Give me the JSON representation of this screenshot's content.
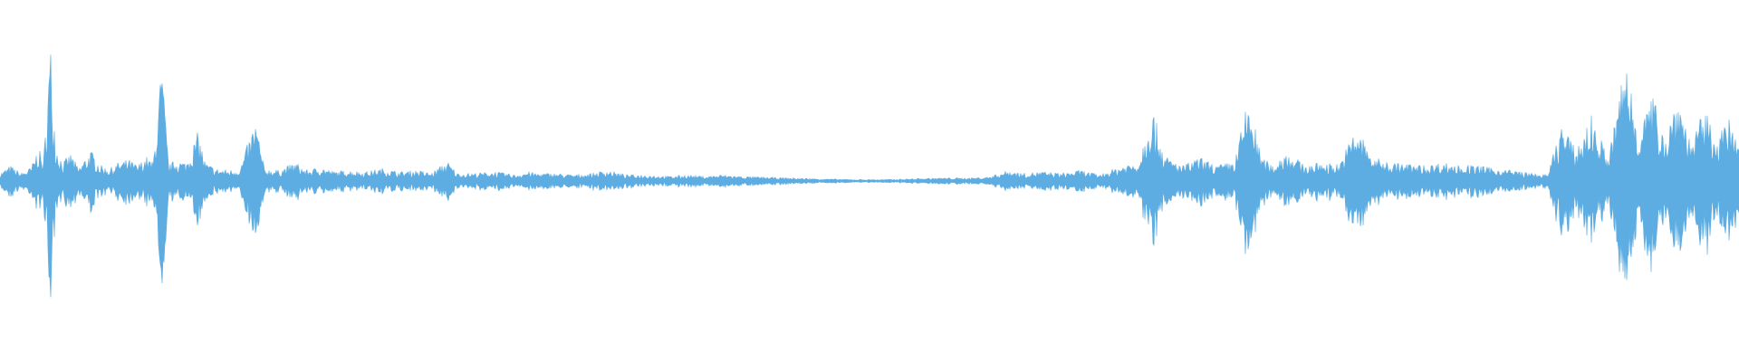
{
  "colors": {
    "background": "#ffffff",
    "waveform": "#5dade2"
  },
  "waveform": {
    "channels": 1,
    "envelope_keypoints": [
      [
        0.0,
        0.05
      ],
      [
        0.006,
        0.1
      ],
      [
        0.012,
        0.05
      ],
      [
        0.018,
        0.09
      ],
      [
        0.022,
        0.22
      ],
      [
        0.025,
        0.12
      ],
      [
        0.029,
        0.9
      ],
      [
        0.032,
        0.25
      ],
      [
        0.036,
        0.12
      ],
      [
        0.041,
        0.18
      ],
      [
        0.045,
        0.08
      ],
      [
        0.052,
        0.2
      ],
      [
        0.058,
        0.1
      ],
      [
        0.063,
        0.08
      ],
      [
        0.068,
        0.12
      ],
      [
        0.074,
        0.14
      ],
      [
        0.079,
        0.1
      ],
      [
        0.084,
        0.16
      ],
      [
        0.088,
        0.12
      ],
      [
        0.093,
        0.75
      ],
      [
        0.097,
        0.1
      ],
      [
        0.101,
        0.14
      ],
      [
        0.107,
        0.12
      ],
      [
        0.114,
        0.32
      ],
      [
        0.118,
        0.12
      ],
      [
        0.124,
        0.08
      ],
      [
        0.131,
        0.07
      ],
      [
        0.138,
        0.08
      ],
      [
        0.147,
        0.4
      ],
      [
        0.152,
        0.08
      ],
      [
        0.16,
        0.07
      ],
      [
        0.17,
        0.12
      ],
      [
        0.176,
        0.07
      ],
      [
        0.185,
        0.09
      ],
      [
        0.192,
        0.06
      ],
      [
        0.2,
        0.07
      ],
      [
        0.21,
        0.06
      ],
      [
        0.22,
        0.08
      ],
      [
        0.23,
        0.06
      ],
      [
        0.24,
        0.07
      ],
      [
        0.248,
        0.05
      ],
      [
        0.257,
        0.13
      ],
      [
        0.263,
        0.05
      ],
      [
        0.272,
        0.05
      ],
      [
        0.285,
        0.06
      ],
      [
        0.296,
        0.04
      ],
      [
        0.303,
        0.06
      ],
      [
        0.309,
        0.05
      ],
      [
        0.318,
        0.05
      ],
      [
        0.33,
        0.04
      ],
      [
        0.34,
        0.05
      ],
      [
        0.349,
        0.07
      ],
      [
        0.36,
        0.04
      ],
      [
        0.372,
        0.04
      ],
      [
        0.385,
        0.03
      ],
      [
        0.395,
        0.04
      ],
      [
        0.405,
        0.03
      ],
      [
        0.415,
        0.04
      ],
      [
        0.427,
        0.03
      ],
      [
        0.44,
        0.025
      ],
      [
        0.455,
        0.02
      ],
      [
        0.47,
        0.015
      ],
      [
        0.49,
        0.01
      ],
      [
        0.51,
        0.01
      ],
      [
        0.525,
        0.015
      ],
      [
        0.54,
        0.02
      ],
      [
        0.555,
        0.02
      ],
      [
        0.568,
        0.025
      ],
      [
        0.58,
        0.07
      ],
      [
        0.588,
        0.05
      ],
      [
        0.6,
        0.06
      ],
      [
        0.61,
        0.05
      ],
      [
        0.622,
        0.07
      ],
      [
        0.632,
        0.04
      ],
      [
        0.645,
        0.1
      ],
      [
        0.655,
        0.13
      ],
      [
        0.662,
        0.5
      ],
      [
        0.67,
        0.16
      ],
      [
        0.68,
        0.1
      ],
      [
        0.69,
        0.15
      ],
      [
        0.7,
        0.1
      ],
      [
        0.71,
        0.13
      ],
      [
        0.718,
        0.55
      ],
      [
        0.725,
        0.16
      ],
      [
        0.732,
        0.1
      ],
      [
        0.74,
        0.2
      ],
      [
        0.75,
        0.1
      ],
      [
        0.76,
        0.12
      ],
      [
        0.77,
        0.11
      ],
      [
        0.78,
        0.35
      ],
      [
        0.79,
        0.15
      ],
      [
        0.8,
        0.12
      ],
      [
        0.81,
        0.11
      ],
      [
        0.82,
        0.1
      ],
      [
        0.83,
        0.12
      ],
      [
        0.84,
        0.1
      ],
      [
        0.85,
        0.1
      ],
      [
        0.86,
        0.08
      ],
      [
        0.87,
        0.07
      ],
      [
        0.88,
        0.05
      ],
      [
        0.89,
        0.04
      ],
      [
        0.898,
        0.38
      ],
      [
        0.906,
        0.2
      ],
      [
        0.915,
        0.42
      ],
      [
        0.925,
        0.15
      ],
      [
        0.935,
        0.82
      ],
      [
        0.942,
        0.35
      ],
      [
        0.95,
        0.55
      ],
      [
        0.958,
        0.3
      ],
      [
        0.965,
        0.6
      ],
      [
        0.972,
        0.25
      ],
      [
        0.98,
        0.45
      ],
      [
        0.988,
        0.3
      ],
      [
        0.995,
        0.4
      ],
      [
        1.0,
        0.2
      ]
    ],
    "noise_seed": 7
  }
}
